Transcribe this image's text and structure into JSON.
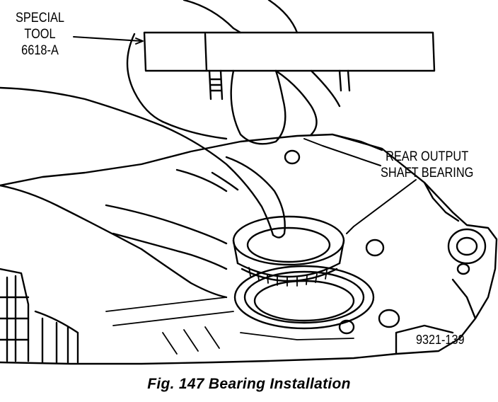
{
  "labels": {
    "tool_line1": "SPECIAL",
    "tool_line2": "TOOL",
    "tool_line3": "6618-A",
    "bearing_line1": "REAR OUTPUT",
    "bearing_line2": "SHAFT BEARING",
    "figure_number": "9321-139"
  },
  "caption": "Fig. 147 Bearing Installation",
  "colors": {
    "ink": "#000000",
    "paper": "#ffffff"
  }
}
